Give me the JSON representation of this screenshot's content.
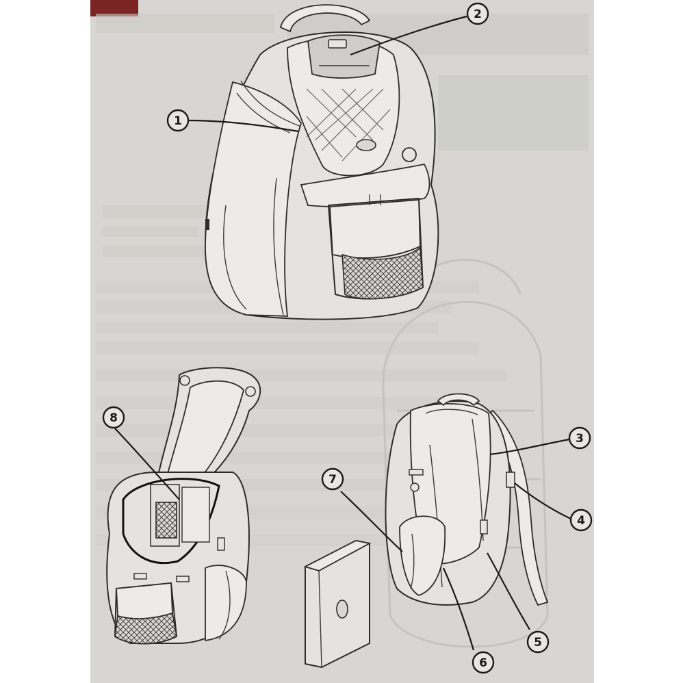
{
  "callouts": [
    {
      "id": 1,
      "label": "1"
    },
    {
      "id": 2,
      "label": "2"
    },
    {
      "id": 3,
      "label": "3"
    },
    {
      "id": 4,
      "label": "4"
    },
    {
      "id": 5,
      "label": "5"
    },
    {
      "id": 6,
      "label": "6"
    },
    {
      "id": 7,
      "label": "7"
    },
    {
      "id": 8,
      "label": "8"
    }
  ],
  "colors": {
    "paper": "#d7d6d2",
    "ink": "#1a1a1a",
    "corner_accent": "#7a2424"
  }
}
